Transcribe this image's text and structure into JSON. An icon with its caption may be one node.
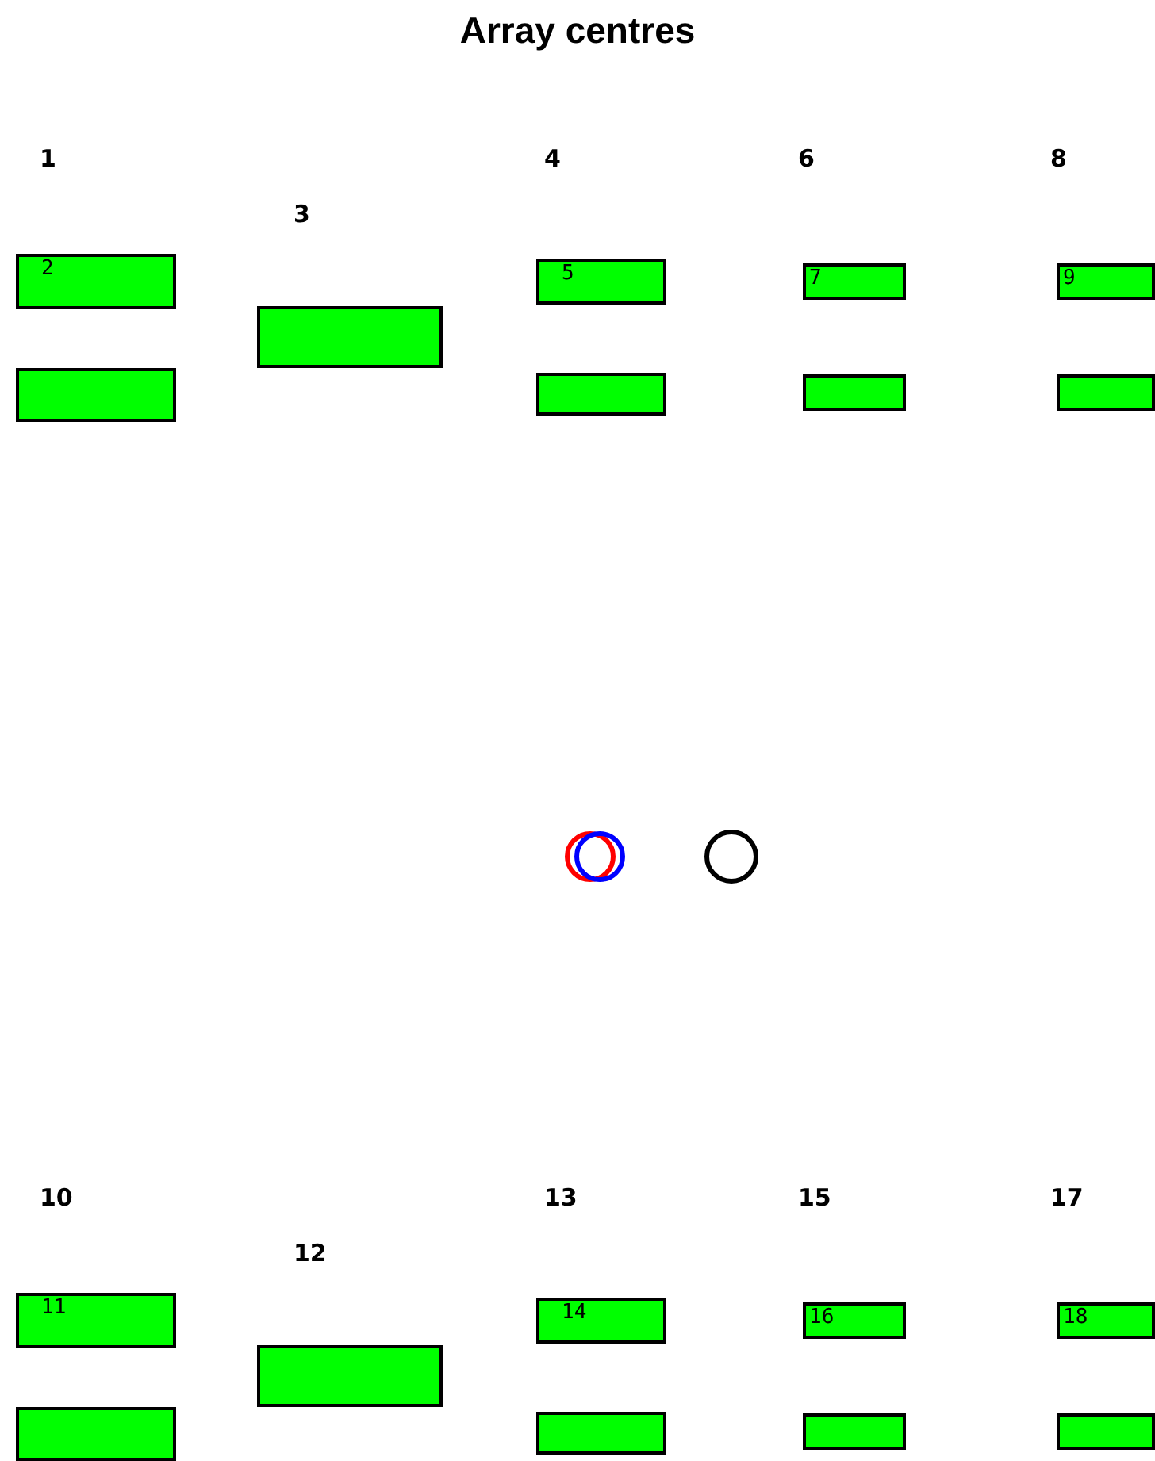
{
  "diagram": {
    "title": "Array centres",
    "nodes": [
      {
        "text": [
          "2"
        ]
      },
      {
        "text": [],
        "shape": "box"
      },
      {
        "text": [],
        "shape": "box"
      },
      {
        "text": [
          "5"
        ]
      },
      {
        "text": [],
        "shape": "box"
      },
      {
        "text": [
          "7"
        ]
      },
      {
        "text": [],
        "shape": "box"
      },
      {
        "text": [
          "9"
        ]
      },
      {
        "text": [],
        "shape": "box"
      },
      {
        "text": [],
        "shape": "circle"
      },
      {
        "text": [],
        "shape": "circle"
      },
      {
        "text": [],
        "shape": "circle"
      },
      {
        "text": [
          "11"
        ]
      },
      {
        "text": [],
        "shape": "box"
      },
      {
        "text": [],
        "shape": "box"
      },
      {
        "text": [
          "14"
        ]
      },
      {
        "text": [],
        "shape": "box"
      },
      {
        "text": [
          "16"
        ]
      },
      {
        "text": [],
        "shape": "box"
      },
      {
        "text": [
          "18"
        ]
      },
      {
        "text": [],
        "shape": "box"
      }
    ],
    "labels": [
      "1",
      "3",
      "4",
      "6",
      "8",
      "10",
      "12",
      "13",
      "15",
      "17"
    ]
  }
}
